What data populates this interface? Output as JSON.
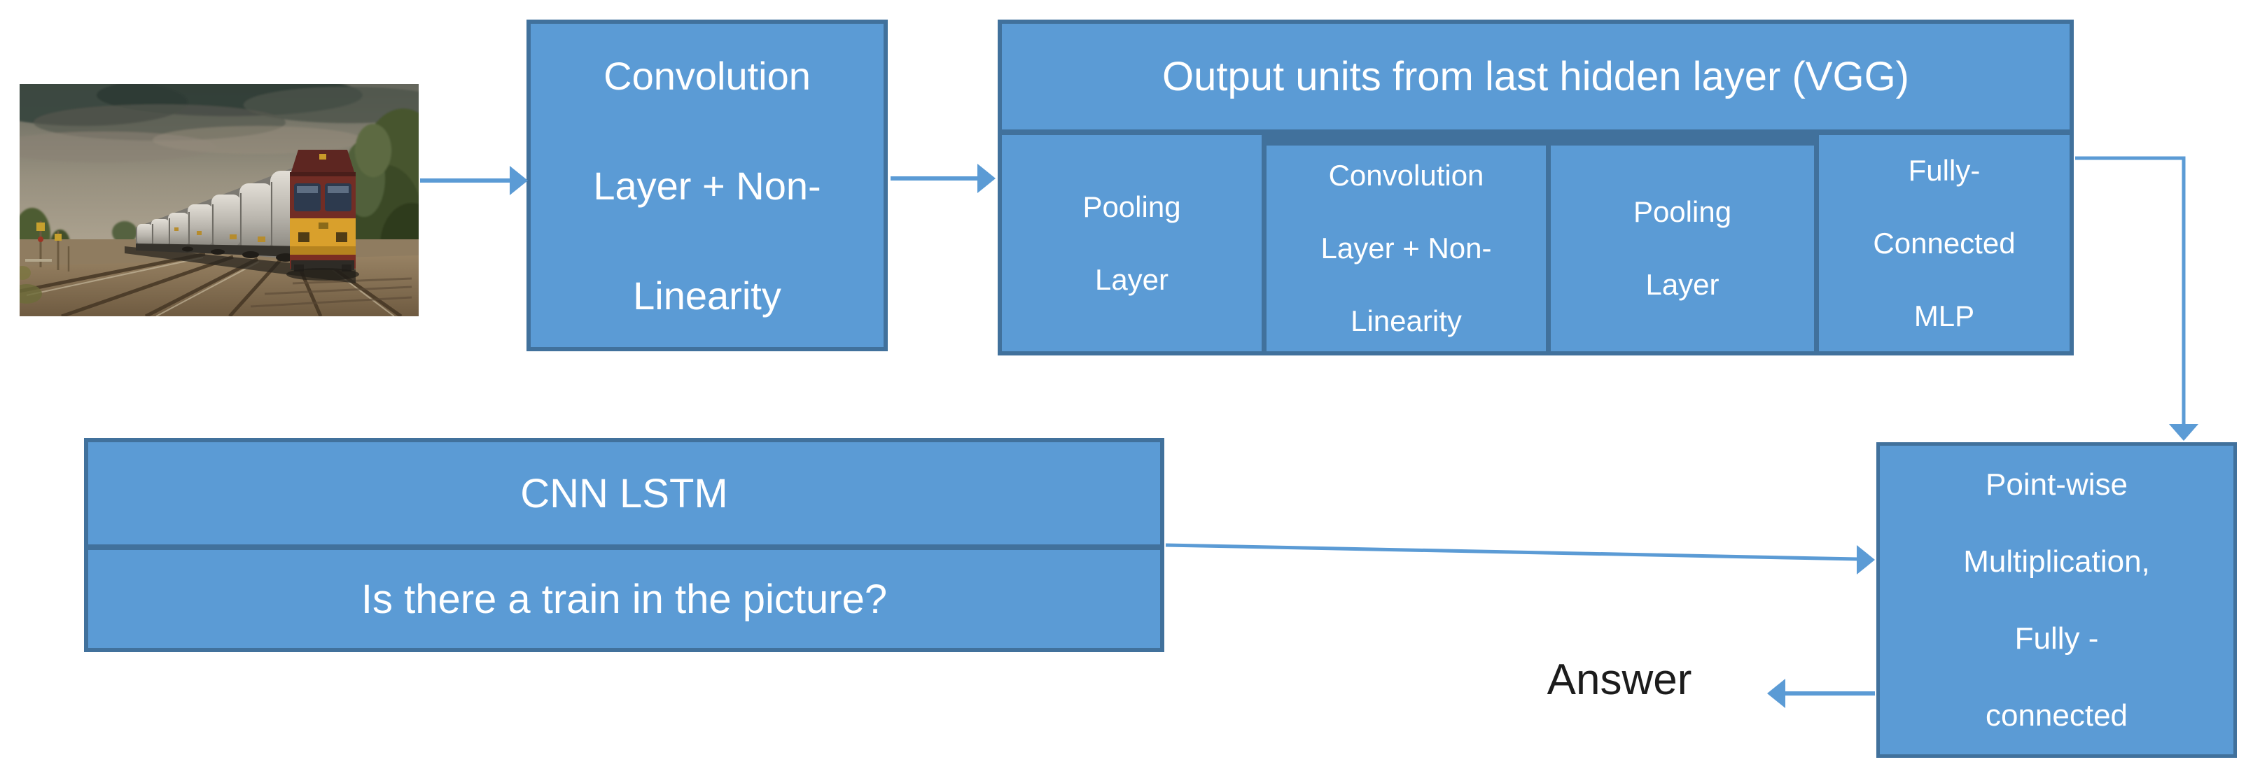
{
  "colors": {
    "box_fill": "#5b9bd5",
    "box_border": "#41719c",
    "arrow": "#5b9bd5",
    "text_on_box": "#ffffff",
    "answer_text": "#1c1c1c"
  },
  "icons": {
    "train_photo": "freight-train-photo"
  },
  "conv_box": {
    "lines": [
      "Convolution",
      "Layer + Non-",
      "Linearity"
    ]
  },
  "vgg_box": {
    "header": "Output units from last hidden layer (VGG)",
    "cells": [
      {
        "lines": [
          "Pooling",
          "Layer"
        ]
      },
      {
        "lines": [
          "Convolution",
          "Layer + Non-",
          "Linearity"
        ]
      },
      {
        "lines": [
          "Pooling",
          "Layer"
        ]
      },
      {
        "lines": [
          "Fully-",
          "Connected",
          "MLP"
        ]
      }
    ]
  },
  "cnn_lstm_box": {
    "title": "CNN LSTM",
    "question": "Is there a train in the picture?"
  },
  "pointwise_box": {
    "lines": [
      "Point-wise",
      "Multiplication,",
      "Fully -",
      "connected"
    ]
  },
  "answer_label": "Answer"
}
